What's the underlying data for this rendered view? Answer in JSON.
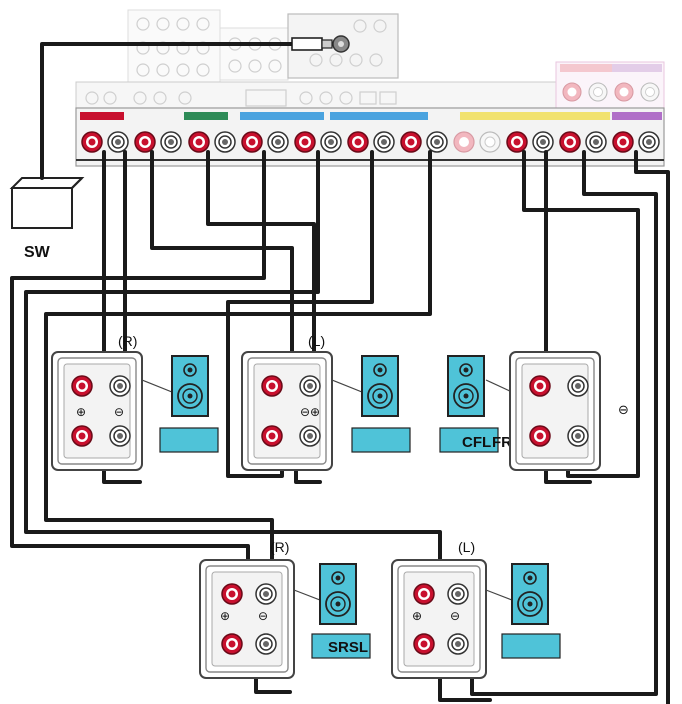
{
  "subwoofer": {
    "label": "SW"
  },
  "front_speakers": {
    "right": {
      "channel": "(R)",
      "plus_sign": "⊕",
      "minus_sign": "⊖"
    },
    "left": {
      "channel": "(L)",
      "polarity": "⊖⊕"
    }
  },
  "center_speaker": {
    "label_a": "CFL",
    "label_b": "FR",
    "minus_sign": "⊖"
  },
  "surround_speakers": {
    "right": {
      "channel": "(R)",
      "plus_sign": "⊕",
      "minus_sign": "⊖"
    },
    "left": {
      "channel": "(L)",
      "plus_sign": "⊕",
      "minus_sign": "⊖"
    },
    "label": "SRSL"
  },
  "colors": {
    "red_terminal": "#c8102e",
    "speaker_fill": "#4fc3d8",
    "label_box_fill": "#4fc3d8",
    "cable": "#1a1a1a",
    "panel_bg": "#f2f2f2",
    "panel_stroke": "#9a9a9a"
  }
}
